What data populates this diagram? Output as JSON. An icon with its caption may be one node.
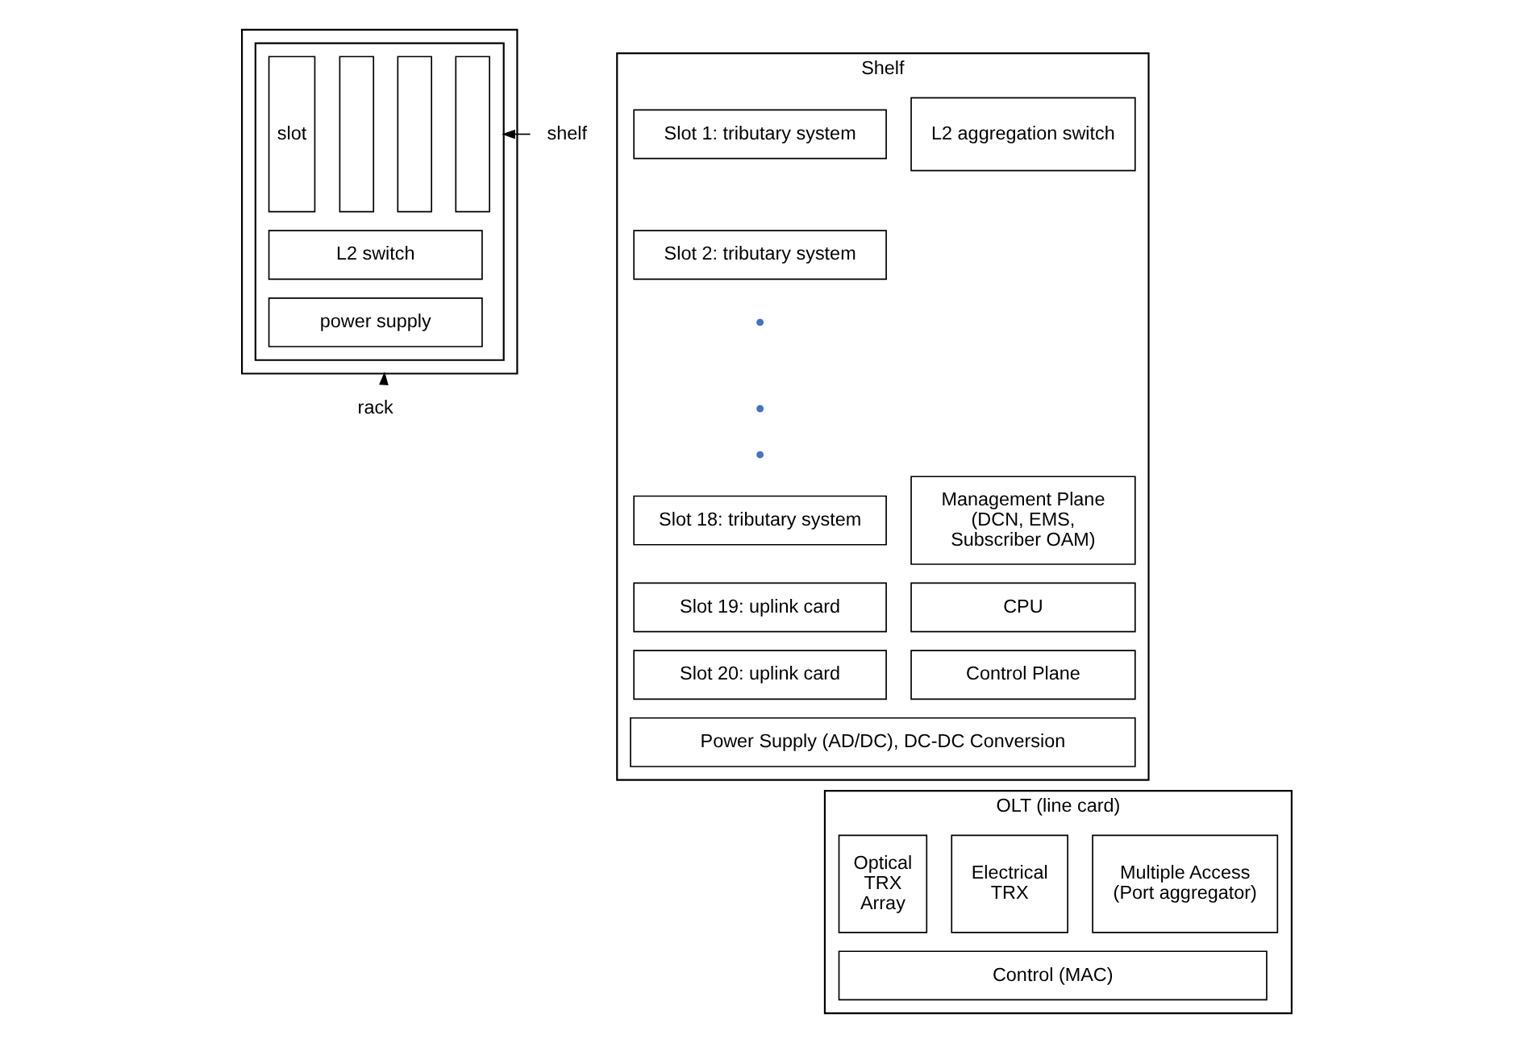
{
  "diagram": {
    "nodes": [
      {
        "text": [],
        "shape": "box"
      },
      {
        "text": [],
        "shape": "box",
        "in": 0
      },
      {
        "text": [
          "slot"
        ],
        "in": 1
      },
      {
        "text": [],
        "shape": "bar",
        "in": 1
      },
      {
        "text": [],
        "shape": "bar",
        "in": 1
      },
      {
        "text": [],
        "shape": "bar",
        "in": 1
      },
      {
        "text": [
          "L2 switch"
        ],
        "in": 1
      },
      {
        "text": [
          "power supply"
        ],
        "in": 1
      },
      {
        "text": [
          "shelf"
        ]
      },
      {
        "text": [
          "rack"
        ]
      },
      {
        "text": [
          "Shelf"
        ]
      },
      {
        "text": [
          "Slot 1: tributary system"
        ],
        "in": 10
      },
      {
        "text": [
          "Slot 2: tributary system"
        ],
        "in": 10
      },
      {
        "text": [
          "Slot 18: tributary system"
        ],
        "in": 10
      },
      {
        "text": [
          "Slot 19: uplink card"
        ],
        "in": 10
      },
      {
        "text": [
          "Slot 20: uplink card"
        ],
        "in": 10
      },
      {
        "text": [
          "L2 aggregation switch"
        ],
        "in": 10
      },
      {
        "text": [
          "Management Plane (DCN, EMS, Subscriber OAM)"
        ],
        "in": 10
      },
      {
        "text": [
          "CPU"
        ],
        "in": 10
      },
      {
        "text": [
          "Control Plane"
        ],
        "in": 10
      },
      {
        "text": [
          "Power Supply (AD/DC), DC-DC Conversion"
        ],
        "in": 10
      },
      {
        "text": [
          "OLT (line card)"
        ]
      },
      {
        "text": [
          "Optical TRX Array"
        ],
        "in": 21
      },
      {
        "text": [
          "Electrical TRX"
        ],
        "in": 21
      },
      {
        "text": [
          "Multiple Access (Port aggregator)"
        ],
        "in": 21
      },
      {
        "text": [
          "Control (MAC)"
        ],
        "in": 21
      }
    ],
    "edges": [
      {
        "from": 8,
        "to": 1,
        "arrow": "to"
      },
      {
        "from": 9,
        "to": 0,
        "arrow": "to"
      }
    ]
  }
}
